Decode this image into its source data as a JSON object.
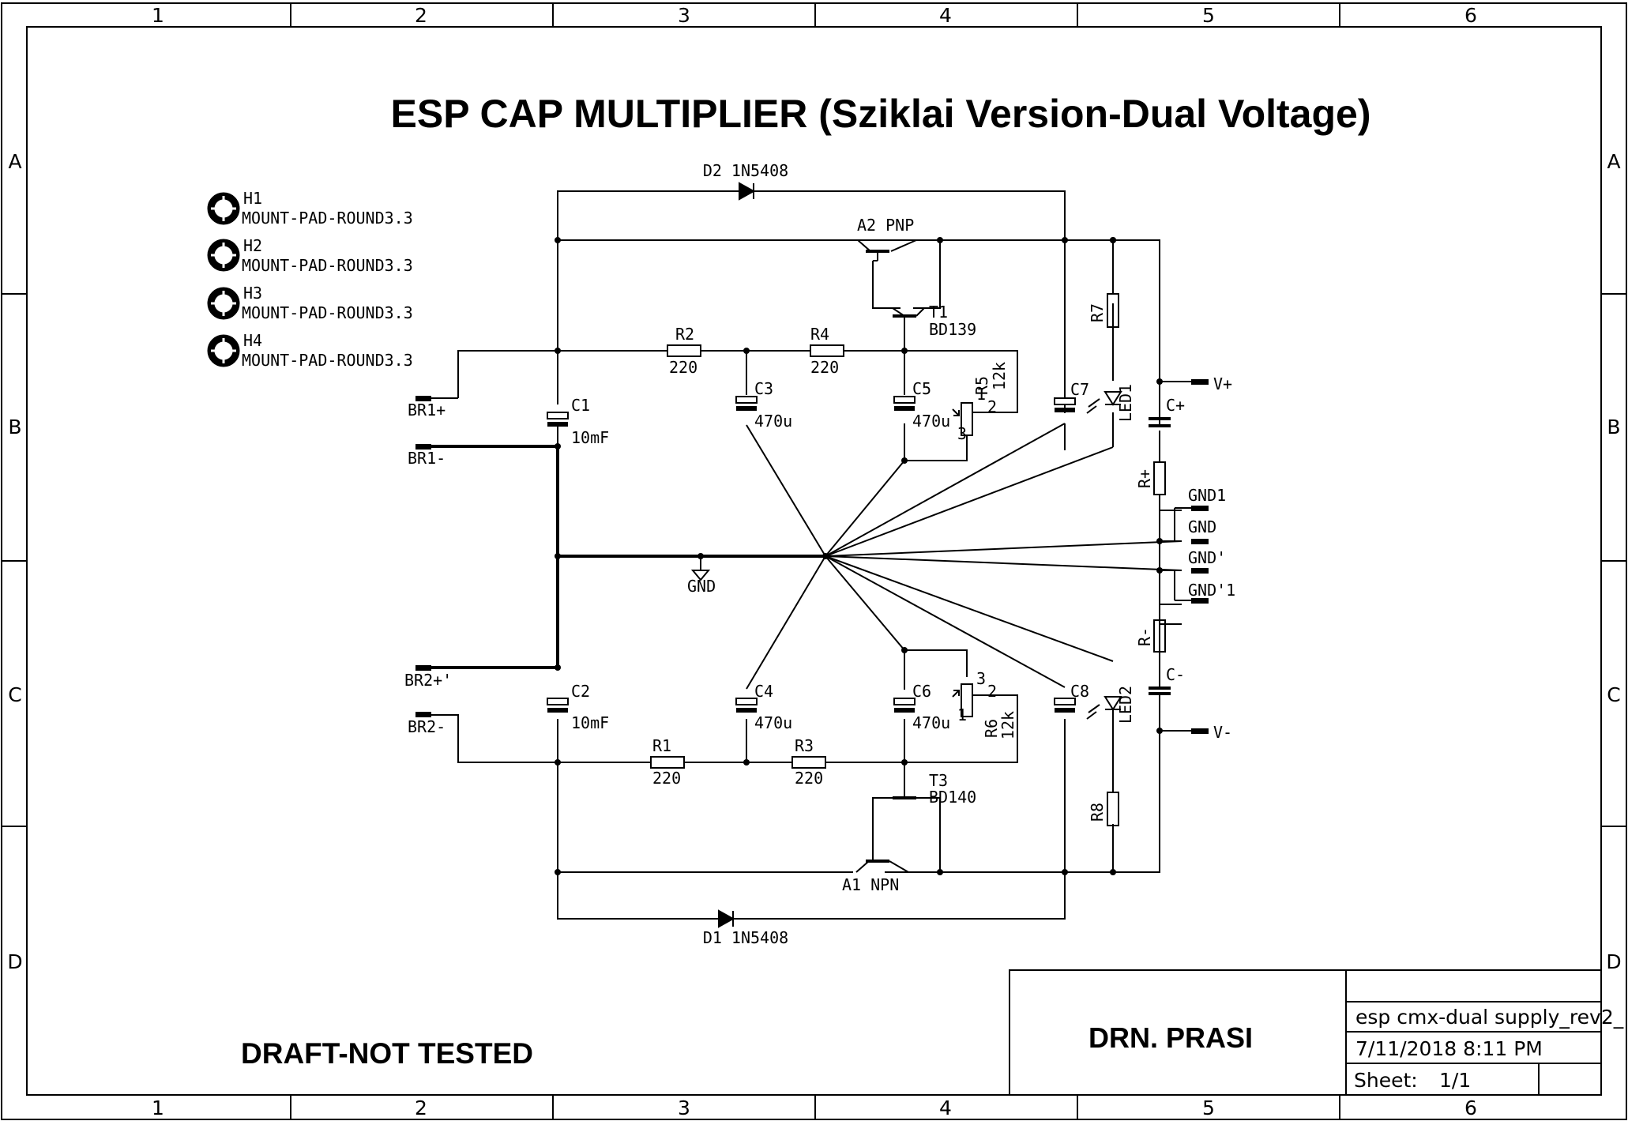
{
  "title": "ESP CAP MULTIPLIER (Sziklai Version-Dual Voltage)",
  "draft": "DRAFT-NOT TESTED",
  "author": "DRN. PRASI",
  "title_block": {
    "file": "esp cmx-dual supply_rev2_",
    "date": "7/11/2018 8:11 PM",
    "sheet_label": "Sheet:",
    "sheet_value": "1/1"
  },
  "border": {
    "cols": [
      "1",
      "2",
      "3",
      "4",
      "5",
      "6"
    ],
    "rows": [
      "A",
      "B",
      "C",
      "D"
    ]
  },
  "holes": [
    {
      "ref": "H1",
      "val": "MOUNT-PAD-ROUND3.3"
    },
    {
      "ref": "H2",
      "val": "MOUNT-PAD-ROUND3.3"
    },
    {
      "ref": "H3",
      "val": "MOUNT-PAD-ROUND3.3"
    },
    {
      "ref": "H4",
      "val": "MOUNT-PAD-ROUND3.3"
    }
  ],
  "labels": {
    "d2": "D2 1N5408",
    "d1": "D1 1N5408",
    "a2": "A2 PNP",
    "a1": "A1 NPN",
    "t1": "T1",
    "t1v": "BD139",
    "t3": "T3",
    "t3v": "BD140",
    "r2": "R2",
    "r2v": "220",
    "r4": "R4",
    "r4v": "220",
    "r1": "R1",
    "r1v": "220",
    "r3": "R3",
    "r3v": "220",
    "r5": "R5",
    "r5v": "12k",
    "r6": "R6",
    "r6v": "12k",
    "r7": "R7",
    "r8": "R8",
    "rp": "R+",
    "rm": "R-",
    "c1": "C1",
    "c1v": "10mF",
    "c2": "C2",
    "c2v": "10mF",
    "c3": "C3",
    "c3v": "470u",
    "c4": "C4",
    "c4v": "470u",
    "c5": "C5",
    "c5v": "470u",
    "c6": "C6",
    "c6v": "470u",
    "c7": "C7",
    "c8": "C8",
    "cp": "C+",
    "cm": "C-",
    "led1": "LED1",
    "led2": "LED2",
    "br1p": "BR1+",
    "br1m": "BR1-",
    "br2p": "BR2+'",
    "br2m": "BR2-",
    "gnd": "GND",
    "gnd1": "GND1",
    "gndo": "GND",
    "gndp": "GND'",
    "gndp1": "GND'1",
    "vp": "V+",
    "vm": "V-",
    "pin1": "1",
    "pin2": "2",
    "pin3": "3"
  }
}
